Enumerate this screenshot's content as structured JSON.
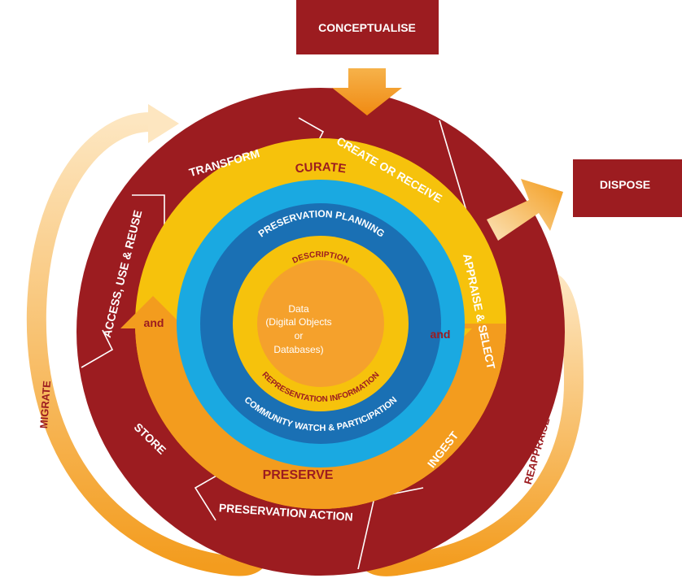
{
  "boxes": {
    "conceptualise": "CONCEPTUALISE",
    "dispose": "DISPOSE"
  },
  "ring_actions": {
    "transform": "TRANSFORM",
    "create_or_receive": "CREATE OR RECEIVE",
    "appraise_select": "APPRAISE & SELECT",
    "ingest": "INGEST",
    "preservation_action": "PRESERVATION ACTION",
    "store": "STORE",
    "access_use_reuse": "ACCESS, USE & REUSE"
  },
  "loop_labels": {
    "migrate": "MIGRATE",
    "reappraise": "REAPPRAISE"
  },
  "curate_ring": {
    "curate": "CURATE",
    "preserve": "PRESERVE",
    "and_left": "and",
    "and_right": "and"
  },
  "inner_rings": {
    "preservation_planning": "PRESERVATION PLANNING",
    "community_watch": "COMMUNITY WATCH & PARTICIPATION",
    "description": "DESCRIPTION",
    "representation_information": "REPRESENTATION INFORMATION"
  },
  "core": {
    "line1": "Data",
    "line2": "(Digital Objects",
    "line3": "or",
    "line4": "Databases)"
  },
  "colors": {
    "maroon": "#9c1c20",
    "orange": "#f39c1e",
    "yellow": "#f6c20c",
    "cyan": "#1aa9e1",
    "blue": "#1a70b4",
    "core": "#f5a12c"
  }
}
